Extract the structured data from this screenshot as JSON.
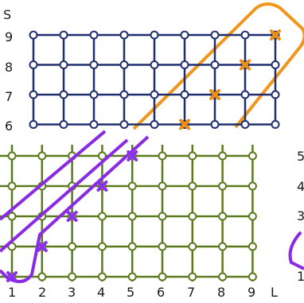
{
  "top_lattice": {
    "axis_label": "S",
    "tick_labels": [
      "9",
      "8",
      "7",
      "6"
    ],
    "color": "#1f2f6e",
    "marked_points": [
      {
        "s": 9,
        "col": 9
      },
      {
        "s": 8,
        "col": 8
      },
      {
        "s": 7,
        "col": 7
      },
      {
        "s": 6,
        "col": 6
      }
    ],
    "mark_color": "#ee8e10",
    "band_color": "#f0961e"
  },
  "bottom_lattice": {
    "axis_label": "L",
    "x_tick_labels": [
      "1",
      "2",
      "3",
      "4",
      "5",
      "6",
      "7",
      "8",
      "9"
    ],
    "color": "#5b7a1d",
    "marked_points": [
      {
        "l": 1,
        "row": 1
      },
      {
        "l": 2,
        "row": 2
      },
      {
        "l": 3,
        "row": 3
      },
      {
        "l": 4,
        "row": 4
      },
      {
        "l": 5,
        "row": 5
      }
    ],
    "mark_color": "#8c2ef0",
    "band_color": "#8a2be2"
  },
  "right_partial_labels": [
    "5",
    "4",
    "3",
    "1"
  ]
}
